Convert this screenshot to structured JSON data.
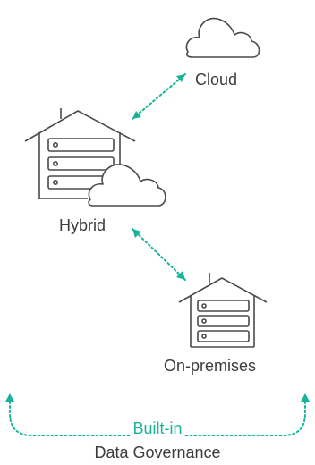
{
  "labels": {
    "cloud": "Cloud",
    "hybrid": "Hybrid",
    "on_premises": "On-premises",
    "built_in": "Built-in",
    "data_governance": "Data Governance"
  },
  "colors": {
    "stroke": "#4a4a4a",
    "accent": "#19b39a",
    "text": "#3c3c3c"
  },
  "icons": [
    "cloud-icon",
    "hybrid-house-icon",
    "on-premises-house-icon",
    "bidirectional-arrow-icon"
  ]
}
